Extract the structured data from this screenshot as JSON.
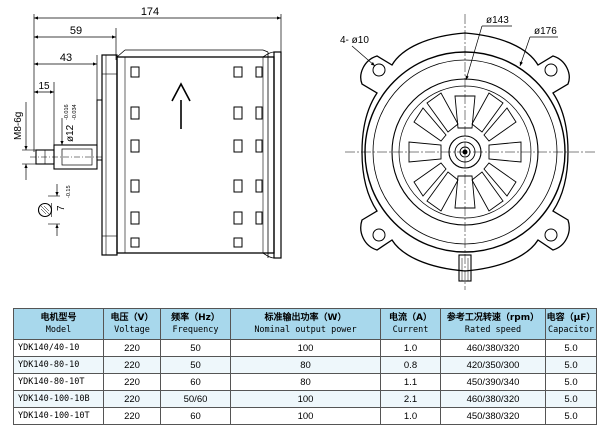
{
  "dimensions": {
    "overall_length": "174",
    "len_59": "59",
    "len_43": "43",
    "len_15": "15",
    "thread": "M8-6g",
    "shaft_dia": "ø12",
    "shaft_tol_top": "-0.016",
    "shaft_tol_bottom": "-0.034",
    "key_width": "7",
    "key_tol": "-0.15",
    "holes": "4- ø10",
    "dia_143": "ø143",
    "dia_176": "ø176"
  },
  "table": {
    "headers": [
      {
        "cn": "电机型号",
        "en": "Model"
      },
      {
        "cn": "电压（V）",
        "en": "Voltage"
      },
      {
        "cn": "频率（Hz）",
        "en": "Frequency"
      },
      {
        "cn": "标准输出功率（W）",
        "en": "Nominal output power"
      },
      {
        "cn": "电流（A）",
        "en": "Current"
      },
      {
        "cn": "参考工况转速（rpm）",
        "en": "Rated speed"
      },
      {
        "cn": "电容（μF）",
        "en": "Capacitor"
      }
    ],
    "rows": [
      [
        "YDK140/40-10",
        "220",
        "50",
        "100",
        "1.0",
        "460/380/320",
        "5.0"
      ],
      [
        "YDK140-80-10",
        "220",
        "50",
        "80",
        "0.8",
        "420/350/300",
        "5.0"
      ],
      [
        "YDK140-80-10T",
        "220",
        "60",
        "80",
        "1.1",
        "450/390/340",
        "5.0"
      ],
      [
        "YDK140-100-10B",
        "220",
        "50/60",
        "100",
        "2.1",
        "460/380/320",
        "5.0"
      ],
      [
        "YDK140-100-10T",
        "220",
        "60",
        "100",
        "1.0",
        "450/380/320",
        "5.0"
      ]
    ]
  }
}
